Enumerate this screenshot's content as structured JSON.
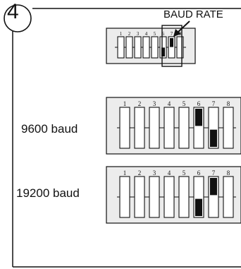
{
  "step": {
    "number": "4"
  },
  "header": {
    "label": "BAUD RATE"
  },
  "overview_switch": {
    "numbers": [
      "1",
      "2",
      "3",
      "4",
      "5",
      "6",
      "7",
      "8"
    ],
    "highlighted_positions": [
      "6",
      "7"
    ]
  },
  "configs": [
    {
      "label": "9600 baud",
      "numbers": [
        "1",
        "2",
        "3",
        "4",
        "5",
        "6",
        "7",
        "8"
      ]
    },
    {
      "label": "19200 baud",
      "numbers": [
        "1",
        "2",
        "3",
        "4",
        "5",
        "6",
        "7",
        "8"
      ]
    }
  ]
}
